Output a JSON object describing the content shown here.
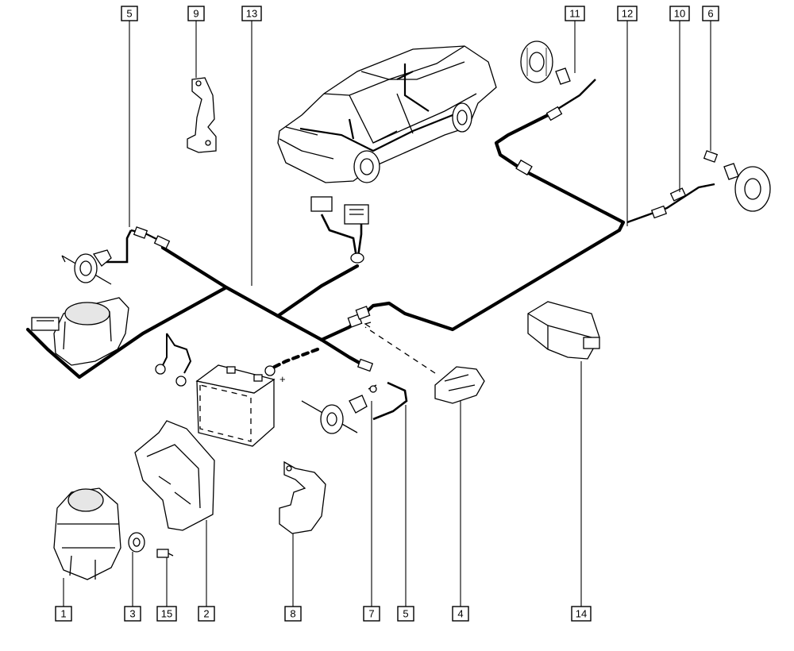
{
  "callouts": [
    {
      "label": "5"
    },
    {
      "label": "9"
    },
    {
      "label": "13"
    },
    {
      "label": "11"
    },
    {
      "label": "12"
    },
    {
      "label": "10"
    },
    {
      "label": "6"
    },
    {
      "label": "1"
    },
    {
      "label": "3"
    },
    {
      "label": "15"
    },
    {
      "label": "2"
    },
    {
      "label": "8"
    },
    {
      "label": "7"
    },
    {
      "label": "5"
    },
    {
      "label": "4"
    },
    {
      "label": "14"
    }
  ],
  "battery": {
    "plus": "+"
  }
}
